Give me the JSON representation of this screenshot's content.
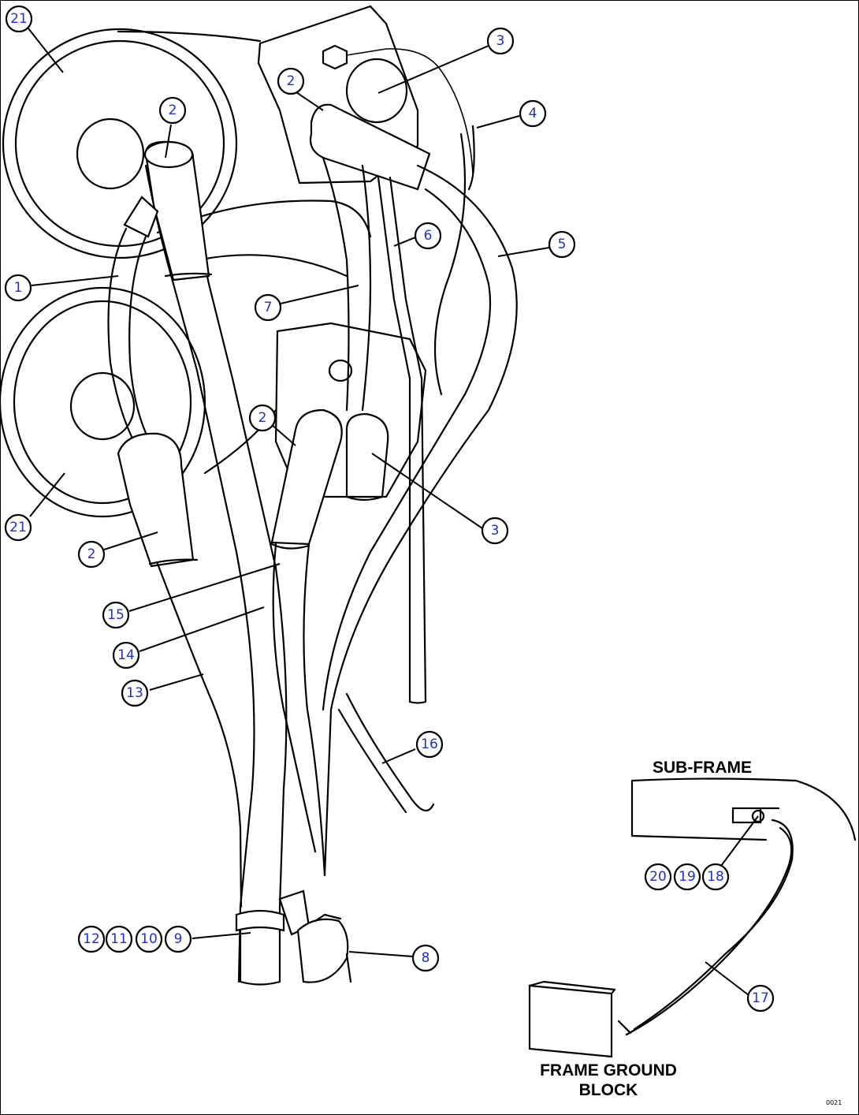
{
  "diagram": {
    "labels": {
      "sub_frame": "SUB-FRAME",
      "frame_ground_line1": "FRAME GROUND",
      "frame_ground_line2": "BLOCK",
      "figure_code": "0021"
    },
    "callouts": [
      "21",
      "2",
      "3",
      "2",
      "4",
      "6",
      "5",
      "1",
      "7",
      "2",
      "3",
      "21",
      "2",
      "15",
      "14",
      "13",
      "16",
      "12",
      "11",
      "10",
      "9",
      "8",
      "20",
      "19",
      "18",
      "17"
    ]
  }
}
